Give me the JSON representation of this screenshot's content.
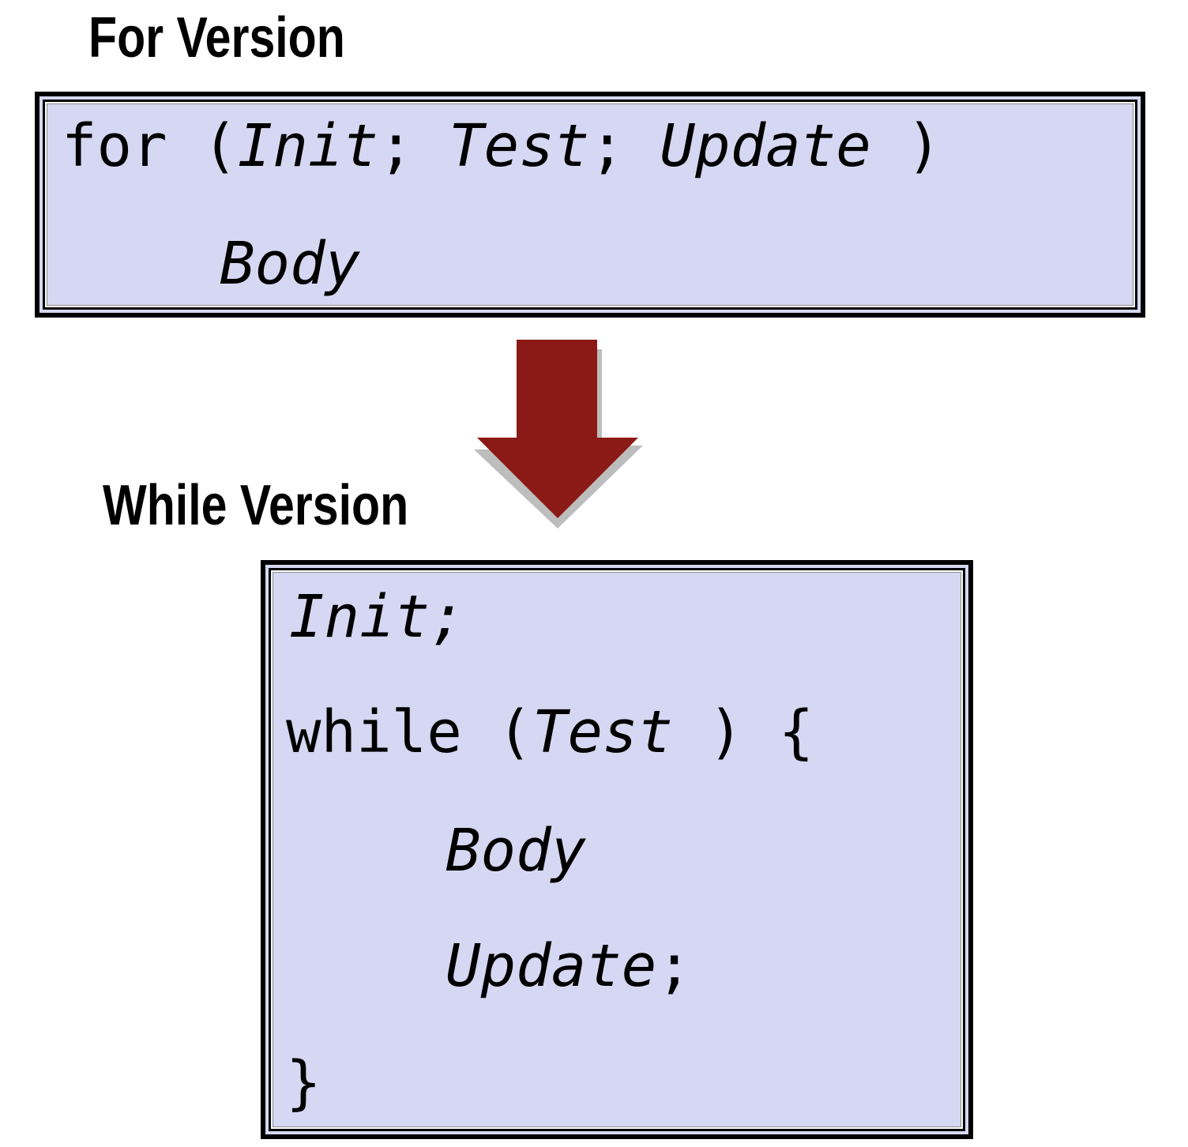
{
  "for_version": {
    "heading": "For Version",
    "line1": {
      "keyword": "for",
      "open": "(",
      "init": "Init",
      "sep1": ";",
      "test": "Test",
      "sep2": ";",
      "update": "Update",
      "close": ")"
    },
    "line2": {
      "body": "Body"
    }
  },
  "while_version": {
    "heading": "While Version",
    "line1": {
      "init": "Init",
      "semi": ";"
    },
    "line2": {
      "keyword": "while",
      "open": "(",
      "test": "Test",
      "close": ")",
      "brace": "{"
    },
    "line3": {
      "body": "Body"
    },
    "line4": {
      "update": "Update",
      "semi": ";"
    },
    "line5": {
      "brace": "}"
    }
  },
  "colors": {
    "code_background": "#d6d7f2",
    "arrow": "#8b1a16",
    "arrow_shadow": "#bdbdbd",
    "text": "#000000"
  },
  "icons": {
    "transform_arrow": "down-arrow-icon"
  }
}
